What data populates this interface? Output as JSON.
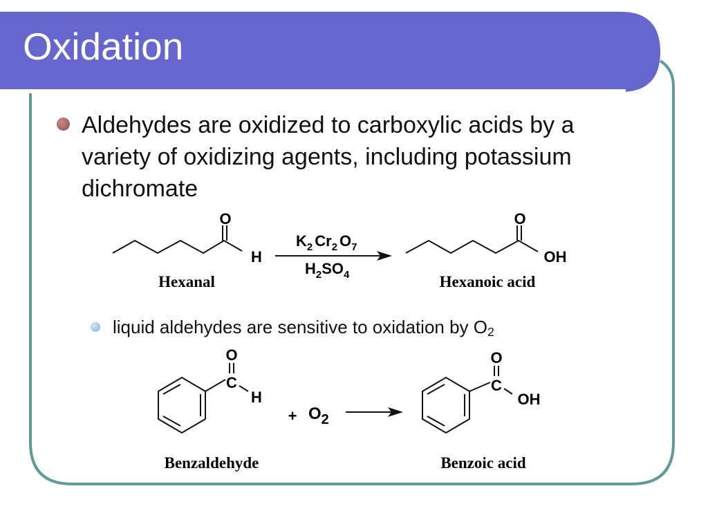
{
  "slide": {
    "title": "Oxidation",
    "bullet": "Aldehydes are oxidized to carboxylic acids by a variety of oxidizing agents, including potassium dichromate",
    "sub_bullet": {
      "text": "liquid aldehydes are sensitive to oxidation by O",
      "subscript": "2"
    }
  },
  "reaction1": {
    "reactant": {
      "name": "Hexanal",
      "oxygen": "O",
      "h": "H"
    },
    "reagent_top": {
      "k": "K",
      "k_sub": "2",
      "cr": "Cr",
      "cr_sub": "2",
      "o": "O",
      "o_sub": "7"
    },
    "reagent_bottom": {
      "h": "H",
      "h_sub": "2",
      "so": "SO",
      "so_sub": "4"
    },
    "product": {
      "name": "Hexanoic acid",
      "oxygen": "O",
      "oh": "OH"
    }
  },
  "reaction2": {
    "reactant": {
      "name": "Benzaldehyde",
      "oxygen": "O",
      "carbon": "C",
      "h": "H"
    },
    "plus": "+",
    "reagent": {
      "o": "O",
      "o_sub": "2"
    },
    "product": {
      "name": "Benzoic acid",
      "oxygen": "O",
      "carbon": "C",
      "oh": "OH"
    }
  },
  "colors": {
    "title_bar": "#6666cc",
    "frame": "#5f9a98",
    "title_text": "#ffffff",
    "bullet_main": "#a35f5a",
    "bullet_sub": "#8fc0e3"
  }
}
